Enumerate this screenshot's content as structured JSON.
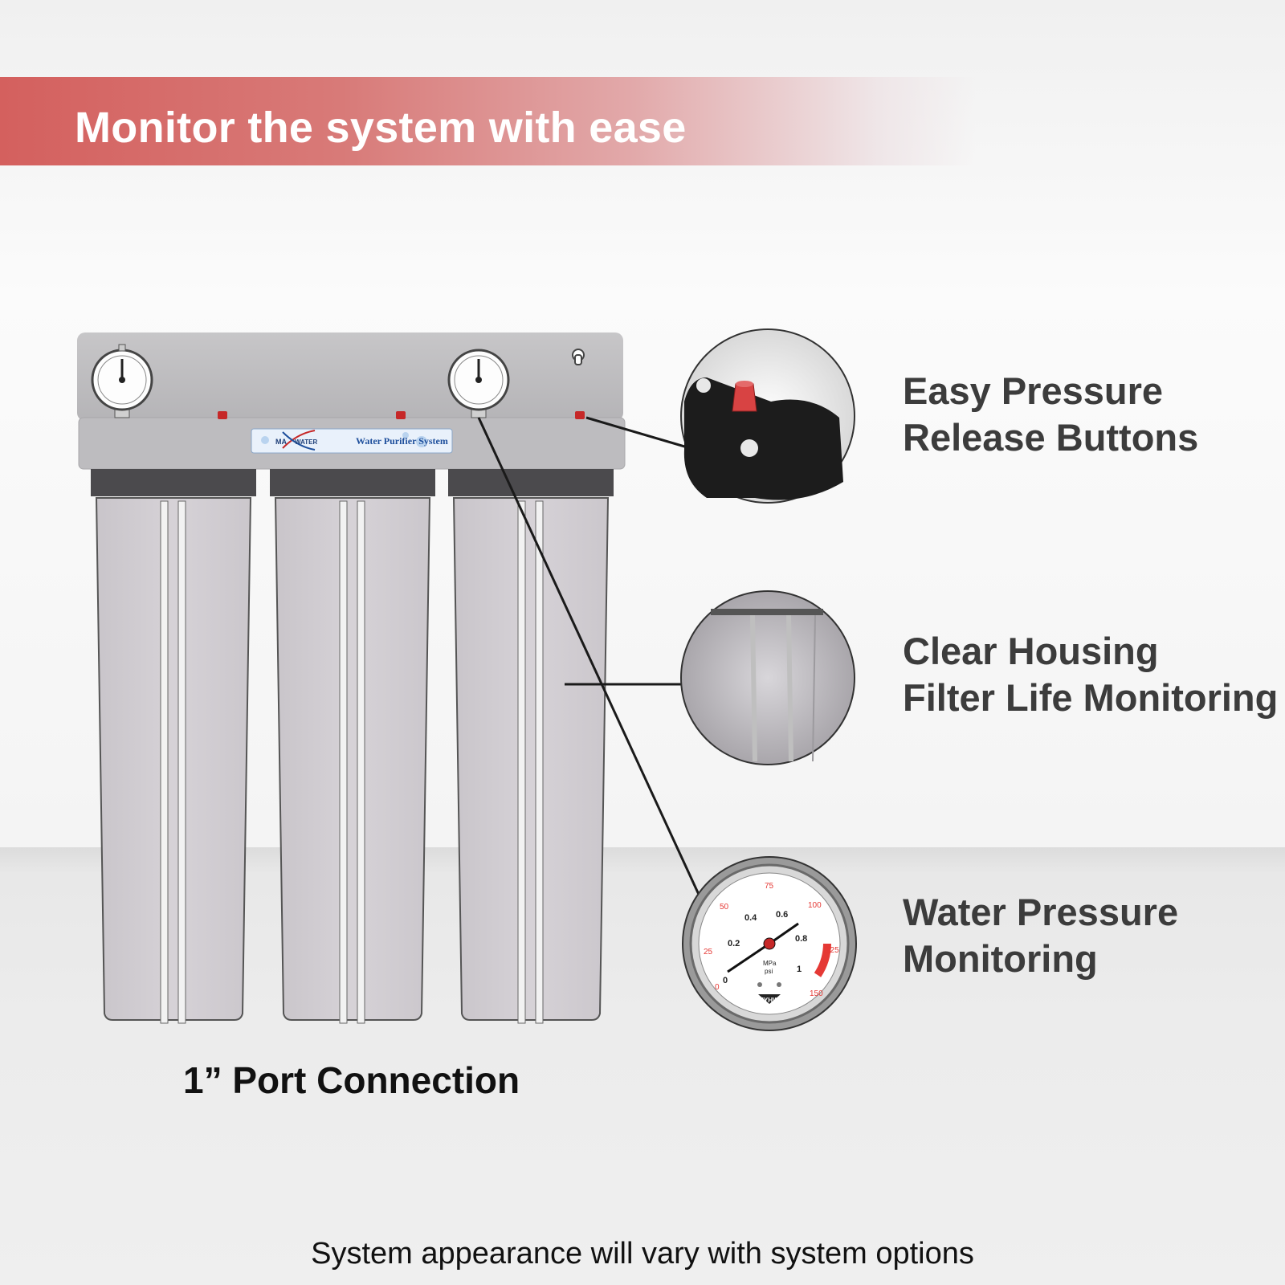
{
  "banner": {
    "title": "Monitor the system with ease"
  },
  "features": [
    {
      "line1": "Easy Pressure",
      "line2": "Release Buttons"
    },
    {
      "line1": "Clear Housing",
      "line2": "Filter Life Monitoring"
    },
    {
      "line1": "Water Pressure",
      "line2": "Monitoring"
    }
  ],
  "product": {
    "brand_left": "MA",
    "brand_right": "WATER",
    "plate_label": "Water Purifier System",
    "port_label": "1” Port Connection"
  },
  "gauge": {
    "mpa_ticks": [
      "0",
      "0.2",
      "0.4",
      "0.6",
      "0.8",
      "1"
    ],
    "psi_ticks": [
      "0",
      "25",
      "50",
      "75",
      "100",
      "125",
      "150"
    ],
    "unit_mpa": "MPa",
    "unit_psi": "psi",
    "maker": "ZYHW"
  },
  "footer": {
    "note": "System appearance will vary with system options"
  },
  "colors": {
    "banner": "#d4605e",
    "accent_red": "#e53935",
    "text_dark": "#3c3c3c"
  }
}
